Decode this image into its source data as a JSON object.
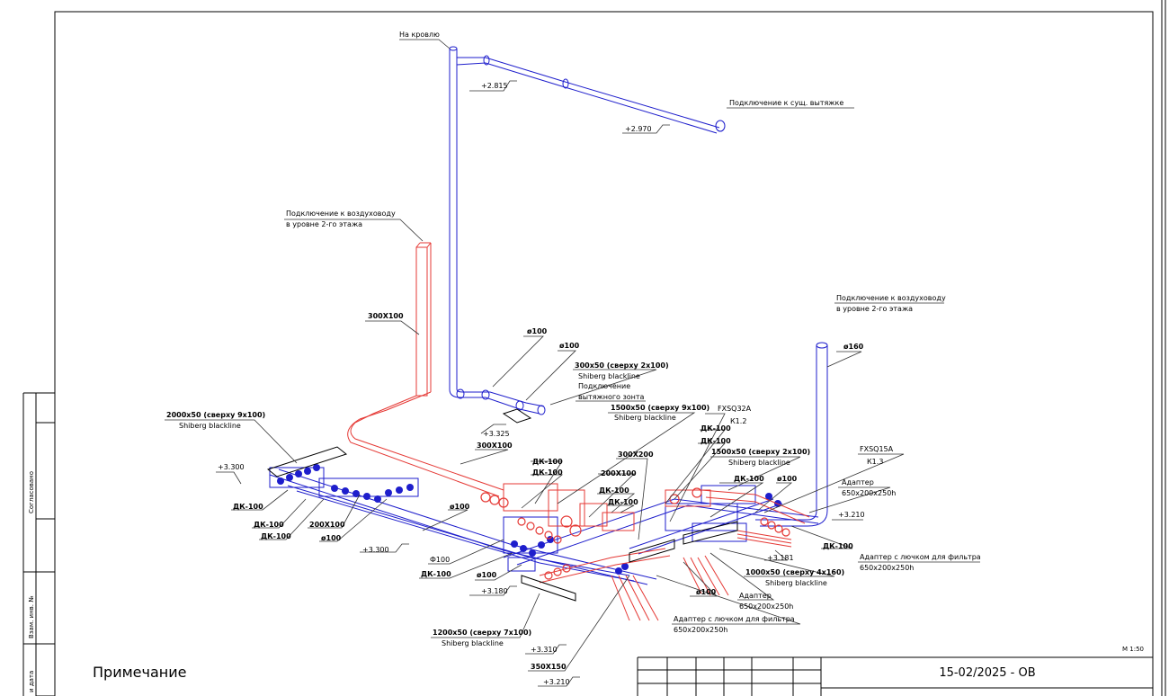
{
  "sheet": {
    "note_title": "Примечание",
    "scale": "М 1:50",
    "doc_code": "15-02/2025 - ОВ",
    "side_labels": [
      "Согласовано",
      "Взам. инв. №",
      "и дата"
    ]
  },
  "labels": {
    "to_roof": "На кровлю",
    "conn_existing_exhaust": "Подключение к сущ. вытяжке",
    "el_2815": "+2.815",
    "el_2970": "+2.970",
    "conn_floor2_left_1": "Подключение к воздуховоду",
    "conn_floor2_left_2": "в уровне 2-го этажа",
    "conn_floor2_right_1": "Подключение к воздуховоду",
    "conn_floor2_right_2": "в уровне 2-го этажа",
    "d160": "ø160",
    "duct_300x100_vert": "300Х100",
    "d100_a": "ø100",
    "d100_b": "ø100",
    "grille_300x50_1": "300х50 (сверху 2х100)",
    "grille_300x50_2": "Shiberg blackline",
    "hood_1": "Подключение",
    "hood_2": "вытяжного зонта",
    "grille_2000_1": "2000х50 (сверху 9х100)",
    "grille_2000_2": "Shiberg blackline",
    "grille_1500a_1": "1500х50 (сверху 9х100)",
    "grille_1500a_2": "Shiberg blackline",
    "el_3325": "+3.325",
    "duct_300x100_horiz": "300Х100",
    "fxsq32a": "FXSQ32A",
    "k12": "К1.2",
    "dk100_1": "ДК-100",
    "dk100_2": "ДК-100",
    "grille_1500b_1": "1500х50 (сверху 2х100)",
    "grille_1500b_2": "Shiberg blackline",
    "duct_300x200": "300Х200",
    "fxsq15a": "FXSQ15A",
    "k13": "К1.3",
    "el_3300_a": "+3.300",
    "dk100_3": "ДК-100",
    "dk100_4": "ДК-100",
    "duct_200x100_a": "200Х100",
    "dk100_5": "ДК-100",
    "dk100_6": "ДК-100",
    "dk100_7": "ДК-100",
    "d100_c": "ø100",
    "adapter_1": "Адаптер",
    "adapter_1_size": "650х200х250h",
    "dk100_8": "ДК-100",
    "d100_d": "ø100",
    "el_3210_a": "+3.210",
    "dk100_9": "ДК-100",
    "dk100_10": "ДК-100",
    "duct_200x100_b": "200Х100",
    "d100_e": "ø100",
    "el_3300_b": "+3.300",
    "phi100": "Ф100",
    "dk100_11": "ДК-100",
    "d100_f": "ø100",
    "el_3180": "+3.180",
    "dk100_12": "ДК-100",
    "el_3181": "+3.181",
    "adapter_filter_1": "Адаптер с лючком для фильтра",
    "adapter_filter_1_size": "650х200х250h",
    "grille_1000_1": "1000х50 (сверху 4х160)",
    "grille_1000_2": "Shiberg blackline",
    "d100_g": "ø100",
    "adapter_2": "Адаптер",
    "adapter_2_size": "650х200х250h",
    "adapter_filter_2": "Адаптер с лючком для фильтра",
    "adapter_filter_2_size": "650х200х250h",
    "grille_1200_1": "1200х50 (сверху 7х100)",
    "grille_1200_2": "Shiberg blackline",
    "el_3310": "+3.310",
    "duct_350x150": "350Х150",
    "el_3210_b": "+3.210"
  },
  "colors": {
    "supply": "#e53935",
    "exhaust": "#1e1ecc",
    "frame": "#000000",
    "leader": "#333333"
  }
}
